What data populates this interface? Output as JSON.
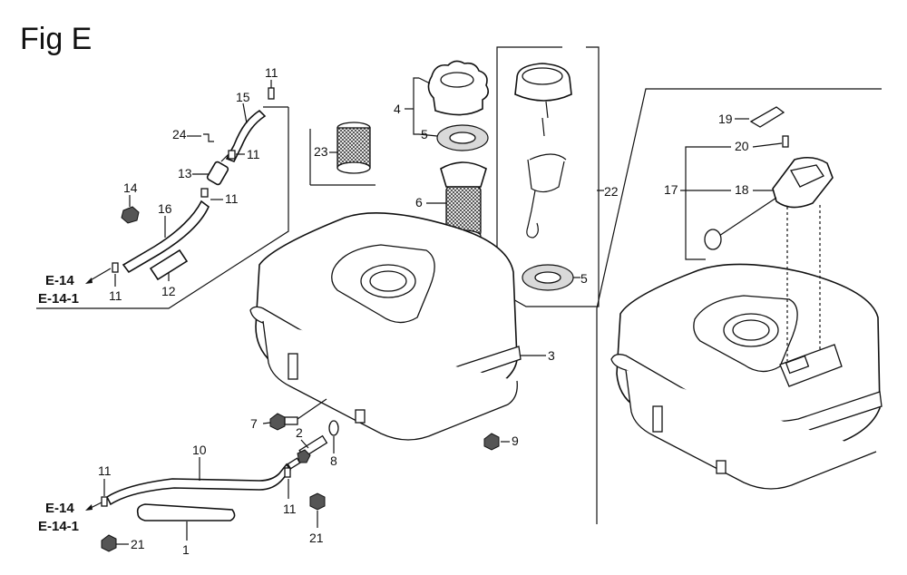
{
  "title": "Fig E",
  "labels": {
    "n1": "1",
    "n2": "2",
    "n3": "3",
    "n4": "4",
    "n5a": "5",
    "n5b": "5",
    "n6": "6",
    "n7": "7",
    "n8": "8",
    "n9": "9",
    "n10": "10",
    "n11a": "11",
    "n11b": "11",
    "n11c": "11",
    "n11d": "11",
    "n11e": "11",
    "n11f": "11",
    "n12": "12",
    "n13": "13",
    "n14": "14",
    "n15": "15",
    "n16": "16",
    "n17": "17",
    "n18": "18",
    "n19": "19",
    "n20": "20",
    "n21a": "21",
    "n21b": "21",
    "n22": "22",
    "n23": "23",
    "n24": "24"
  },
  "refs": {
    "top_a": "E-14",
    "top_b": "E-14-1",
    "bottom_a": "E-14",
    "bottom_b": "E-14-1"
  }
}
